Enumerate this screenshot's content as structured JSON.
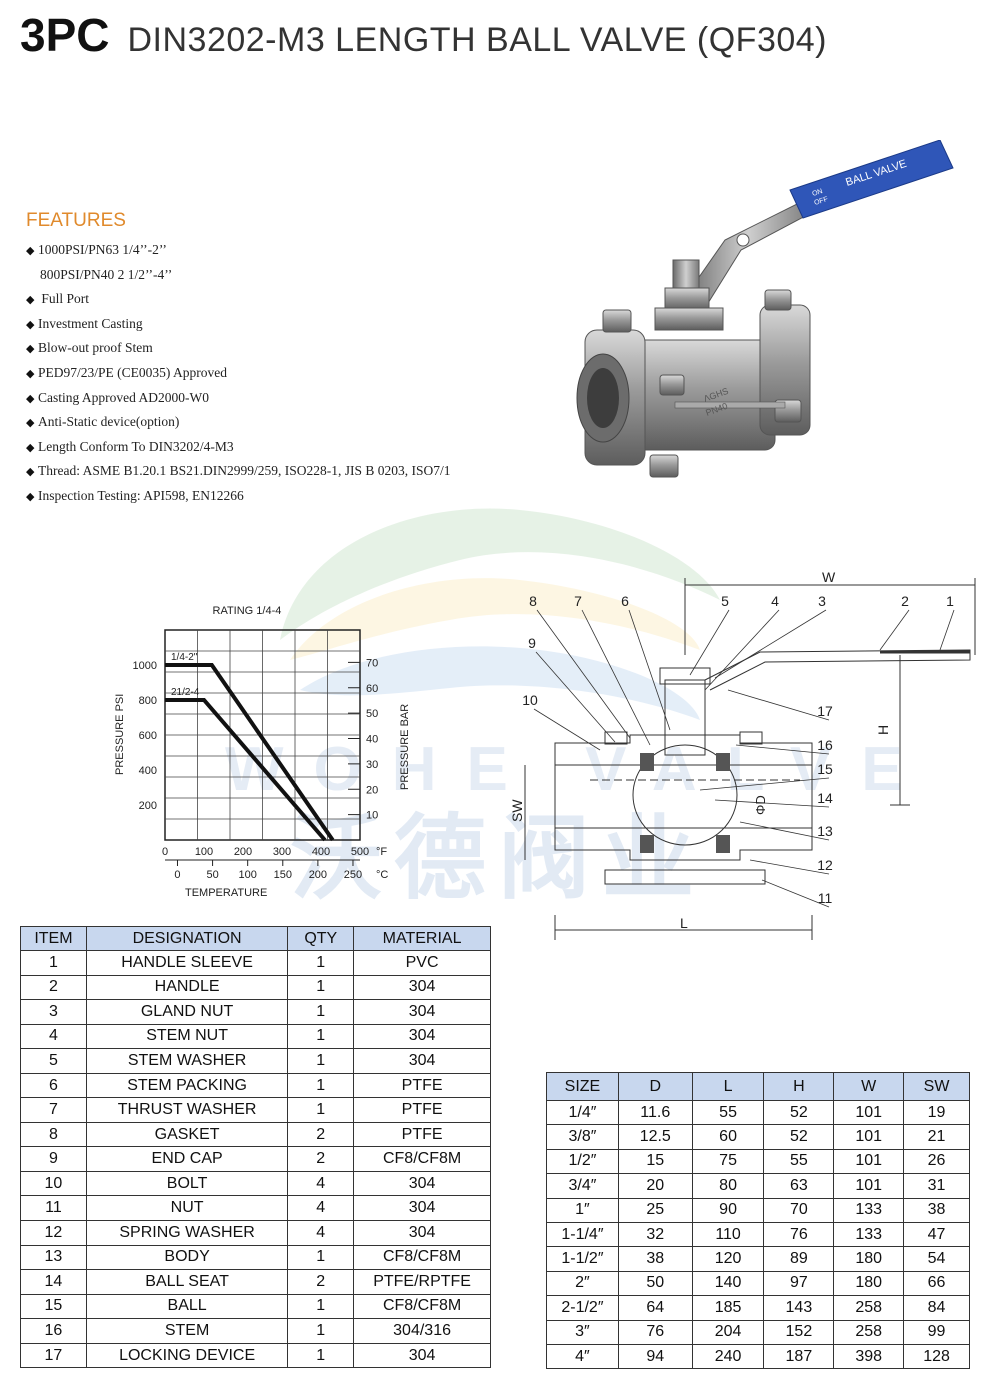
{
  "header": {
    "model": "3PC",
    "product_name": "DIN3202-M3 LENGTH BALL VALVE (QF304)"
  },
  "features": {
    "heading": "FEATURES",
    "items": [
      {
        "bullet": true,
        "text": "1000PSI/PN63 1/4’’-2’’"
      },
      {
        "bullet": false,
        "text": "800PSI/PN40 2 1/2’’-4’’"
      },
      {
        "bullet": true,
        "text": " Full Port"
      },
      {
        "bullet": true,
        "text": "Investment Casting"
      },
      {
        "bullet": true,
        "text": "Blow-out proof Stem"
      },
      {
        "bullet": true,
        "text": "PED97/23/PE (CE0035) Approved"
      },
      {
        "bullet": true,
        "text": "Casting Approved AD2000-W0"
      },
      {
        "bullet": true,
        "text": "Anti-Static device(option)"
      },
      {
        "bullet": true,
        "text": "Length Conform To DIN3202/4-M3"
      },
      {
        "bullet": true,
        "text": "Thread: ASME B1.20.1   BS21.DIN2999/259, ISO228-1, JIS B 0203, ISO7/1"
      },
      {
        "bullet": true,
        "text": "Inspection Testing: API598, EN12266"
      }
    ],
    "bullet_glyph": "◆"
  },
  "photo": {
    "handle_text": "BALL VALVE",
    "on_text": "ON",
    "off_text": "OFF",
    "body_text_1": "ΛGHS",
    "body_text_2": "PN40",
    "handle_color": "#2f56b8"
  },
  "watermark": {
    "latin": "WOHE VALVE",
    "chinese": "沃德阀业"
  },
  "chart_data": {
    "type": "line",
    "title": "RATING  1/4-4",
    "ylabel": "PRESSURE PSI",
    "ylabel_right": "PRESSURE BAR",
    "xlabel": "TEMPERATURE",
    "x_unit_top": "°F",
    "x_unit_bottom": "°C",
    "xlim": [
      0,
      500
    ],
    "ylim": [
      0,
      1200
    ],
    "y_ticks": [
      200,
      400,
      600,
      800,
      1000
    ],
    "y_right_ticks": [
      10,
      20,
      30,
      40,
      50,
      60,
      70
    ],
    "x_ticks_f": [
      0,
      100,
      200,
      300,
      400,
      500
    ],
    "x_ticks_c": [
      0,
      50,
      100,
      150,
      200,
      250
    ],
    "grid": true,
    "series": [
      {
        "name": "1/4-2\"",
        "x": [
          0,
          120,
          430
        ],
        "y": [
          1000,
          1000,
          0
        ]
      },
      {
        "name": "21/2-4",
        "x": [
          0,
          100,
          410
        ],
        "y": [
          800,
          800,
          0
        ]
      }
    ]
  },
  "section": {
    "callouts": [
      "1",
      "2",
      "3",
      "4",
      "5",
      "6",
      "7",
      "8",
      "9",
      "10",
      "11",
      "12",
      "13",
      "14",
      "15",
      "16",
      "17"
    ],
    "dim_w": "W",
    "dim_h": "H",
    "dim_l": "L",
    "dim_sw": "SW",
    "dim_d": "ΦD"
  },
  "parts_table": {
    "headers": [
      "ITEM",
      "DESIGNATION",
      "QTY",
      "MATERIAL"
    ],
    "rows": [
      [
        "1",
        "HANDLE SLEEVE",
        "1",
        "PVC"
      ],
      [
        "2",
        "HANDLE",
        "1",
        "304"
      ],
      [
        "3",
        "GLAND NUT",
        "1",
        "304"
      ],
      [
        "4",
        "STEM NUT",
        "1",
        "304"
      ],
      [
        "5",
        "STEM WASHER",
        "1",
        "304"
      ],
      [
        "6",
        "STEM PACKING",
        "1",
        "PTFE"
      ],
      [
        "7",
        "THRUST WASHER",
        "1",
        "PTFE"
      ],
      [
        "8",
        "GASKET",
        "2",
        "PTFE"
      ],
      [
        "9",
        "END CAP",
        "2",
        "CF8/CF8M"
      ],
      [
        "10",
        "BOLT",
        "4",
        "304"
      ],
      [
        "11",
        "NUT",
        "4",
        "304"
      ],
      [
        "12",
        "SPRING WASHER",
        "4",
        "304"
      ],
      [
        "13",
        "BODY",
        "1",
        "CF8/CF8M"
      ],
      [
        "14",
        "BALL SEAT",
        "2",
        "PTFE/RPTFE"
      ],
      [
        "15",
        "BALL",
        "1",
        "CF8/CF8M"
      ],
      [
        "16",
        "STEM",
        "1",
        "304/316"
      ],
      [
        "17",
        "LOCKING DEVICE",
        "1",
        "304"
      ]
    ]
  },
  "dims_table": {
    "headers": [
      "SIZE",
      "D",
      "L",
      "H",
      "W",
      "SW"
    ],
    "rows": [
      [
        "1/4″",
        "11.6",
        "55",
        "52",
        "101",
        "19"
      ],
      [
        "3/8″",
        "12.5",
        "60",
        "52",
        "101",
        "21"
      ],
      [
        "1/2″",
        "15",
        "75",
        "55",
        "101",
        "26"
      ],
      [
        "3/4″",
        "20",
        "80",
        "63",
        "101",
        "31"
      ],
      [
        "1″",
        "25",
        "90",
        "70",
        "133",
        "38"
      ],
      [
        "1-1/4″",
        "32",
        "110",
        "76",
        "133",
        "47"
      ],
      [
        "1-1/2″",
        "38",
        "120",
        "89",
        "180",
        "54"
      ],
      [
        "2″",
        "50",
        "140",
        "97",
        "180",
        "66"
      ],
      [
        "2-1/2″",
        "64",
        "185",
        "143",
        "258",
        "84"
      ],
      [
        "3″",
        "76",
        "204",
        "152",
        "258",
        "99"
      ],
      [
        "4″",
        "94",
        "240",
        "187",
        "398",
        "128"
      ]
    ]
  }
}
